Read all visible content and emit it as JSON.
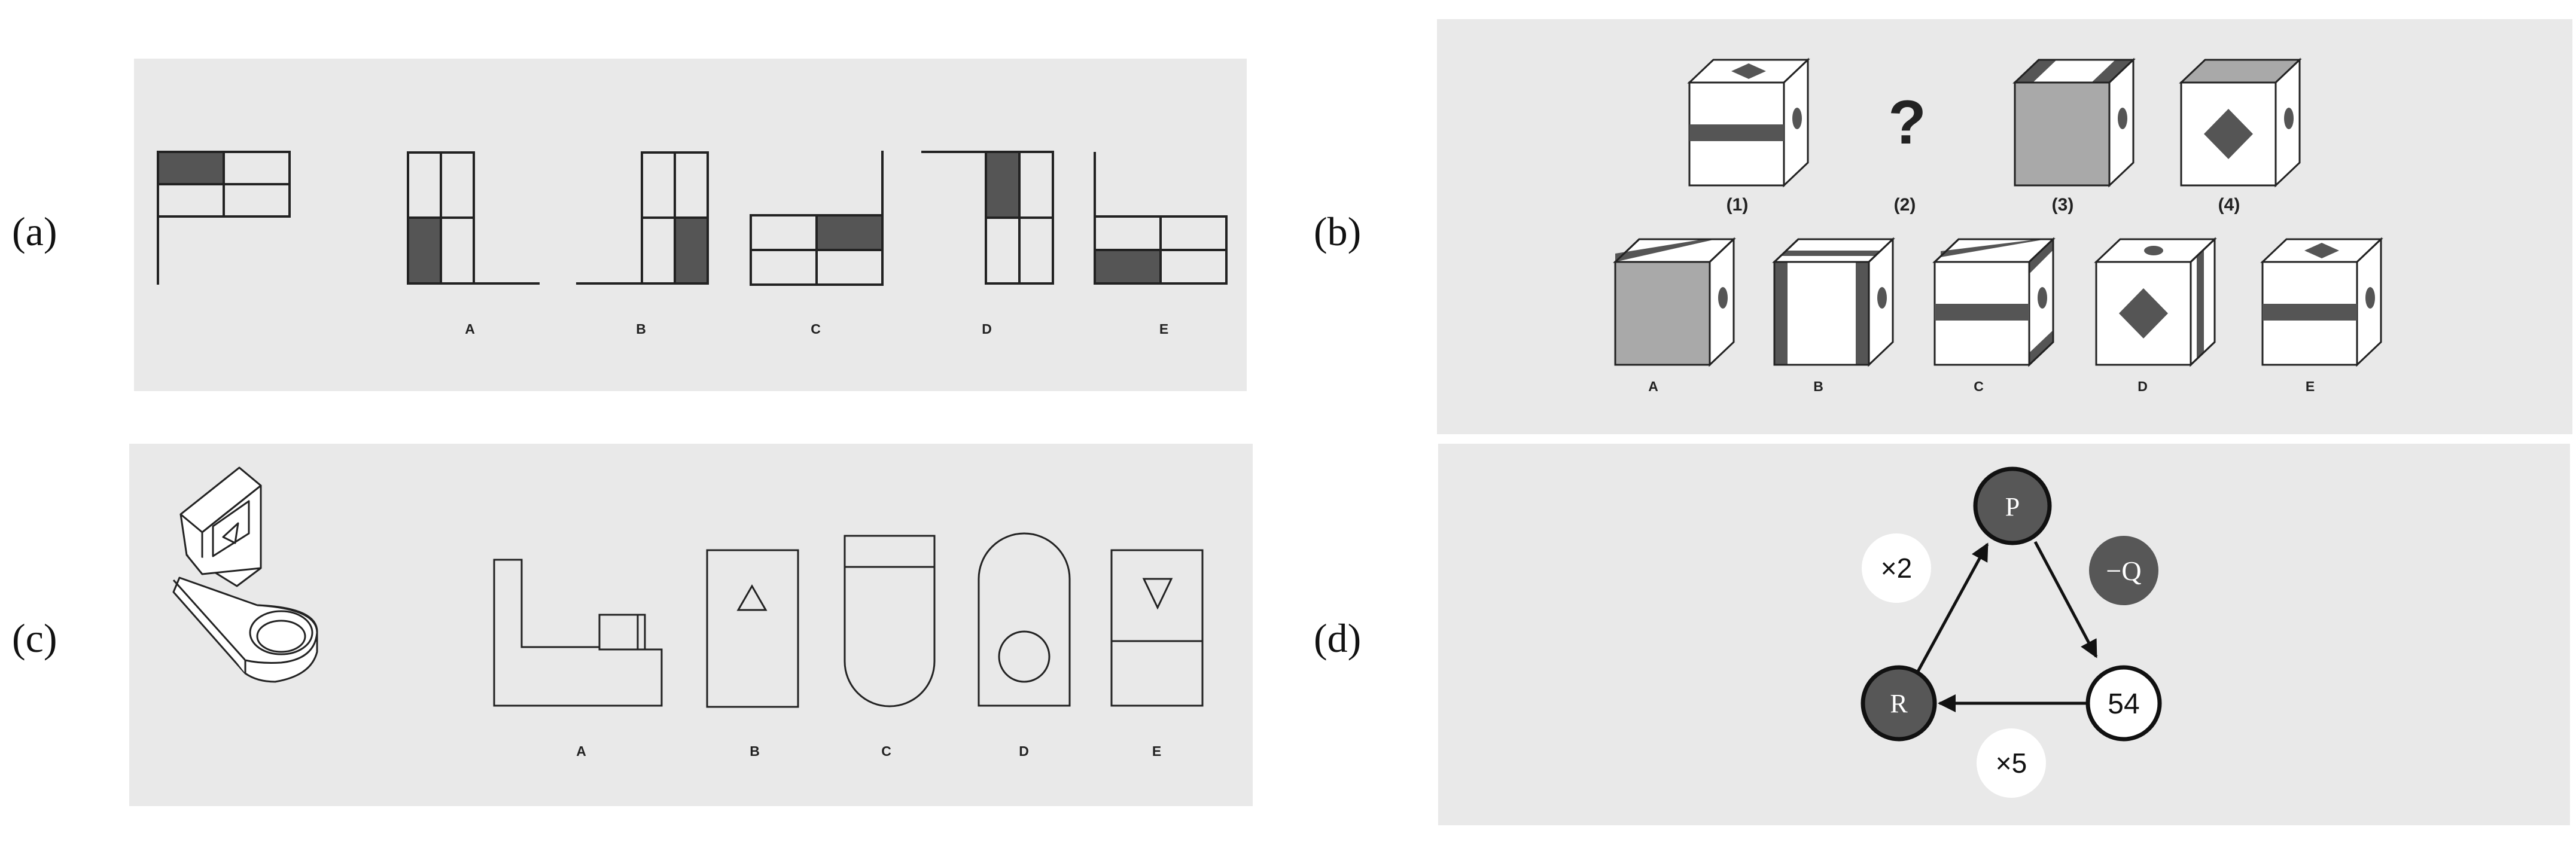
{
  "panels": {
    "a": {
      "label": "(a)",
      "options": [
        "A",
        "B",
        "C",
        "D",
        "E"
      ],
      "shade_color": "#555555"
    },
    "b": {
      "label": "(b)",
      "question_mark": "?",
      "sequence_labels": [
        "(1)",
        "(2)",
        "(3)",
        "(4)"
      ],
      "options": [
        "A",
        "B",
        "C",
        "D",
        "E"
      ],
      "stripe_color": "#555555",
      "gray_face_color": "#a9a9a9"
    },
    "c": {
      "label": "(c)",
      "options": [
        "A",
        "B",
        "C",
        "D",
        "E"
      ]
    },
    "d": {
      "label": "(d)",
      "nodes": {
        "top": "P",
        "bottom_right": "54",
        "bottom_left": "R"
      },
      "operations": {
        "left": "×2",
        "right": "−Q",
        "bottom": "×5"
      },
      "node_fill_dark": "#575757"
    }
  }
}
